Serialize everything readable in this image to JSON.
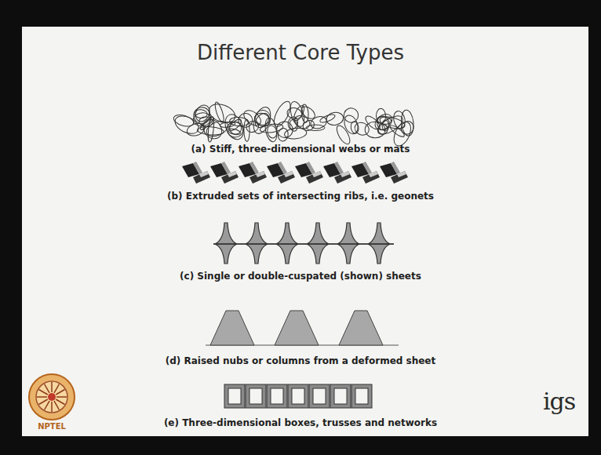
{
  "diagram": {
    "title": "Different Core Types",
    "labels": [
      "(a) Stiff, three-dimensional webs or mats",
      "(b) Extruded sets of intersecting ribs, i.e. geonets",
      "(c) Single or double-cuspated (shown) sheets",
      "(d) Raised nubs or columns from a deformed sheet",
      "(e) Three-dimensional boxes, trusses and networks",
      "NPTEL",
      "igs"
    ]
  }
}
